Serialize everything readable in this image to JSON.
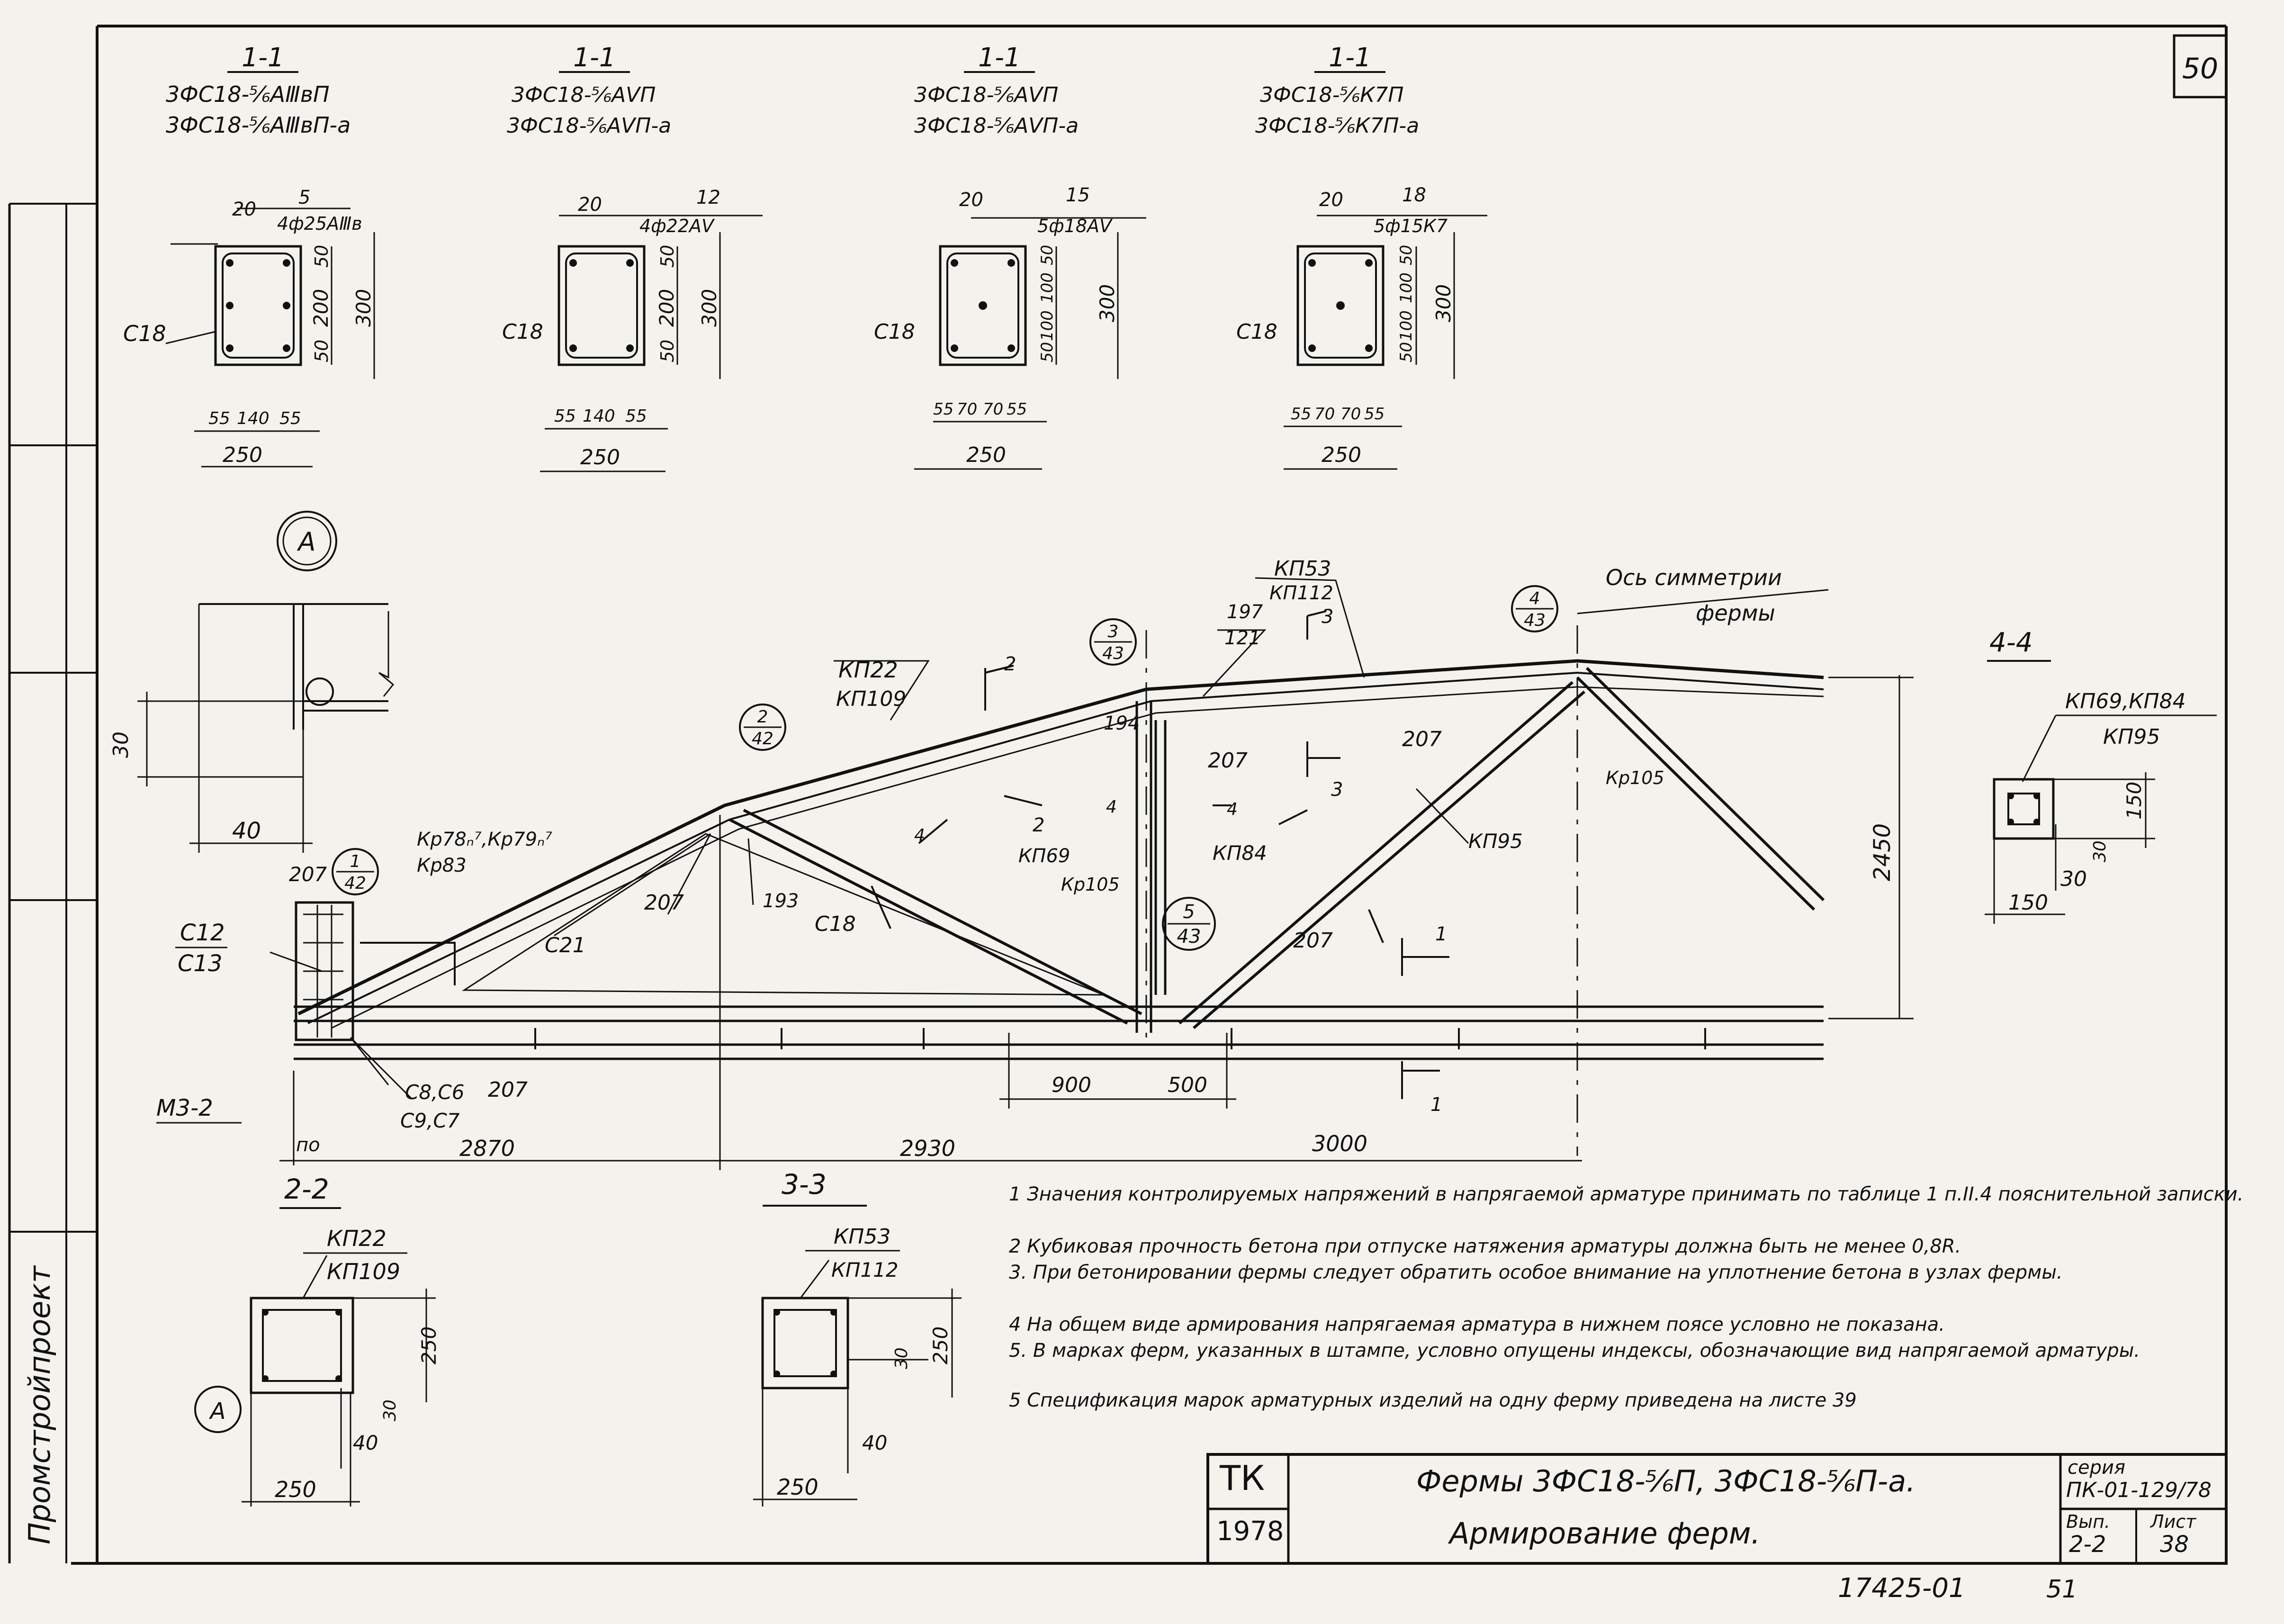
{
  "sheet": {
    "page_number": "50",
    "side_stamp": "Промстройпроект",
    "bottom_code": "17425-01",
    "bottom_page": "51"
  },
  "sections_top": [
    {
      "label": "1-1",
      "marks": [
        "3ФС18-⁵⁄₆АⅢвП",
        "3ФС18-⁵⁄₆АⅢвП-а"
      ],
      "cover": "20",
      "bars": "5",
      "rebar": "4ф25АⅢв",
      "concrete": "С18",
      "top": "50",
      "mid": "200",
      "bot": "50",
      "height": "300",
      "w1": "55",
      "w2": "140",
      "w3": "55",
      "width": "250"
    },
    {
      "label": "1-1",
      "marks": [
        "3ФС18-⁵⁄₆АⅤП",
        "3ФС18-⁵⁄₆АⅤП-а"
      ],
      "cover": "20",
      "bars": "12",
      "rebar": "4ф22АⅤ",
      "concrete": "С18",
      "top": "50",
      "mid": "200",
      "bot": "50",
      "height": "300",
      "w1": "55",
      "w2": "140",
      "w3": "55",
      "width": "250"
    },
    {
      "label": "1-1",
      "marks": [
        "3ФС18-⁵⁄₆АⅤП",
        "3ФС18-⁵⁄₆АⅤП-а"
      ],
      "cover": "20",
      "bars": "15",
      "rebar": "5ф18АⅤ",
      "concrete": "С18",
      "top": "50",
      "mid": "100",
      "mid2": "100",
      "bot": "50",
      "height": "300",
      "w1": "55",
      "w2": "70",
      "w3": "70",
      "w4": "55",
      "width": "250"
    },
    {
      "label": "1-1",
      "marks": [
        "3ФС18-⁵⁄₆К7П",
        "3ФС18-⁵⁄₆К7П-а"
      ],
      "cover": "20",
      "bars": "18",
      "rebar": "5ф15К7",
      "concrete": "С18",
      "top": "50",
      "mid": "100",
      "mid2": "100",
      "bot": "50",
      "height": "300",
      "w1": "55",
      "w2": "70",
      "w3": "70",
      "w4": "55",
      "width": "250"
    }
  ],
  "detail_a": {
    "bubble": "А",
    "h": "30",
    "w": "40"
  },
  "truss": {
    "axis_label": "Ось симметрии",
    "axis_label2": "фермы",
    "height": "2450",
    "dims_bottom": [
      "2870",
      "2930",
      "3000"
    ],
    "dim_ends": "по",
    "dims_panel": [
      "900",
      "500"
    ],
    "labels": {
      "kp53": "КП53",
      "kp112": "КП112",
      "kp22": "КП22",
      "kp109": "КП109",
      "c12": "С12",
      "c13": "С13",
      "m32": "М3-2",
      "c8c6": "С8,С6",
      "c9c7": "С9,С7",
      "kr78": "Кр78ₙ⁷,Кр79ₙ⁷",
      "kr83": "Кр83",
      "c21": "С21",
      "c18": "С18",
      "kp69": "КП69",
      "kr105a": "Кр105",
      "kr105b": "Кр105",
      "kp84": "КП84",
      "kp95": "КП95",
      "n207a": "207",
      "n207b": "207",
      "n207c": "207",
      "n207d": "207",
      "n207e": "207",
      "n207f": "207",
      "n193": "193",
      "n194": "194",
      "n197": "197",
      "n121": "121",
      "cut1": "1",
      "cut1b": "1",
      "cut2": "2",
      "cut2b": "2",
      "cut3": "3",
      "cut3b": "3",
      "cut4": "4",
      "cut4b": "4",
      "cut4c": "4"
    },
    "bubbles": [
      {
        "top": "1",
        "bot": "42"
      },
      {
        "top": "2",
        "bot": "42"
      },
      {
        "top": "3",
        "bot": "43"
      },
      {
        "top": "4",
        "bot": "43"
      },
      {
        "top": "5",
        "bot": "43"
      }
    ]
  },
  "section_44": {
    "label": "4-4",
    "marks1": "КП69,КП84",
    "marks2": "КП95",
    "h": "150",
    "c": "30",
    "c2": "30",
    "w": "150"
  },
  "section_22": {
    "label": "2-2",
    "marks1": "КП22",
    "marks2": "КП109",
    "h": "250",
    "c": "30",
    "c2": "40",
    "w": "250",
    "bubble": "А"
  },
  "section_33": {
    "label": "3-3",
    "marks1": "КП53",
    "marks2": "КП112",
    "h": "250",
    "c": "30",
    "c2": "40",
    "w": "250"
  },
  "notes": [
    "1 Значения контролируемых напряжений в напрягаемой арматуре принимать по таблице 1 п.II.4 пояснительной записки.",
    "2 Кубиковая прочность бетона при отпуске натяжения арматуры должна быть не менее 0,8R.",
    "3. При бетонировании фермы следует обратить особое внимание на уплотнение бетона в узлах фермы.",
    "4 На общем виде армирования напрягаемая арматура в нижнем поясе условно не показана.",
    "5. В марках ферм, указанных в штампе, условно опущены индексы, обозначающие вид напрягаемой арматуры.",
    "5 Спецификация марок арматурных изделий на одну ферму приведена на листе 39"
  ],
  "title_block": {
    "org": "ТК",
    "year": "1978",
    "title_line1": "Фермы 3ФС18-⁵⁄₆П, 3ФС18-⁵⁄₆П-а.",
    "title_line2": "Армирование ферм.",
    "series_label": "серия",
    "series": "ПК-01-129/78",
    "issue_label": "Вып.",
    "issue": "2-2",
    "sheet_label": "Лист",
    "sheet": "38"
  }
}
